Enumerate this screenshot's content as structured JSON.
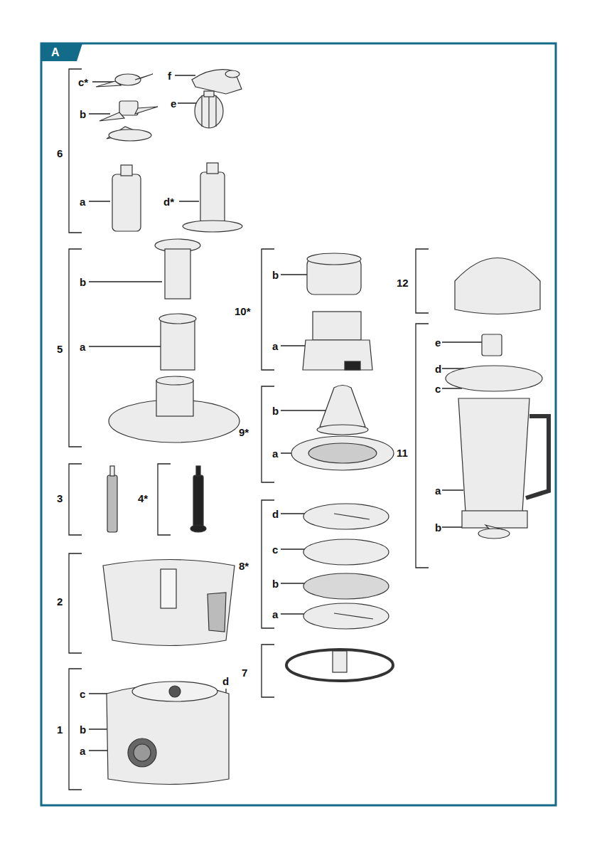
{
  "diagram": {
    "labels": [
      "A",
      "6",
      "c*",
      "f",
      "b",
      "e",
      "a",
      "d*",
      "5",
      "b",
      "a",
      "3",
      "4*",
      "2",
      "1",
      "c",
      "b",
      "a",
      "d",
      "10*",
      "b",
      "a",
      "9*",
      "b",
      "a",
      "8*",
      "d",
      "c",
      "b",
      "a",
      "7",
      "12",
      "11",
      "e",
      "d",
      "c",
      "a",
      "b"
    ]
  }
}
